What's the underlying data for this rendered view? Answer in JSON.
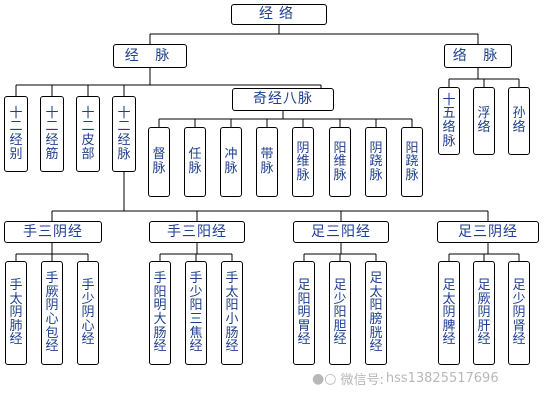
{
  "title": "经络",
  "jingmai": {
    "label": "经 脉"
  },
  "luomai": {
    "label": "络 脉",
    "items": [
      "十五络脉",
      "浮络",
      "孙络"
    ]
  },
  "twelve": [
    "十二经别",
    "十二经筋",
    "十二皮部",
    "十二经脉"
  ],
  "qijing": {
    "label": "奇经八脉",
    "items": [
      "督脉",
      "任脉",
      "冲脉",
      "带脉",
      "阴维脉",
      "阳维脉",
      "阴跷脉",
      "阳跷脉"
    ]
  },
  "groups": [
    {
      "label": "手三阴经",
      "items": [
        "手太阴肺经",
        "手厥阴心包经",
        "手少阴心经"
      ]
    },
    {
      "label": "手三阳经",
      "items": [
        "手阳明大肠经",
        "手少阳三焦经",
        "手太阳小肠经"
      ]
    },
    {
      "label": "足三阳经",
      "items": [
        "足阳明胃经",
        "足少阳胆经",
        "足太阳膀胱经"
      ]
    },
    {
      "label": "足三阴经",
      "items": [
        "足太阴脾经",
        "足厥阴肝经",
        "足少阴肾经"
      ]
    }
  ],
  "watermark": {
    "prefix": "微信号:",
    "id": "hss13825517696"
  },
  "colors": {
    "text": "#1e3f8f",
    "border": "#000000",
    "watermark": "#b8b8b8"
  }
}
